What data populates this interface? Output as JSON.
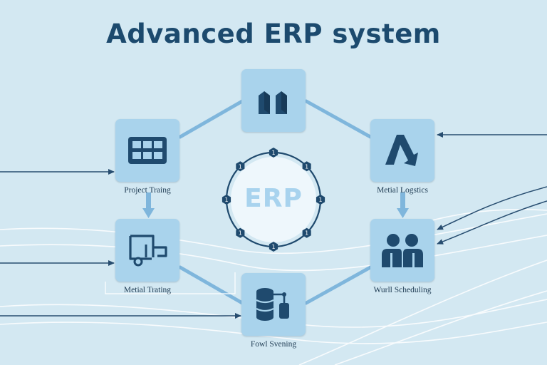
{
  "title": "Advanced ERP system",
  "center": {
    "label": "ERP",
    "marker_glyphs": [
      "1",
      "1",
      "1",
      "1",
      "1",
      "1",
      "1",
      "1"
    ]
  },
  "modules": [
    {
      "id": "top",
      "icon": "server-blocks-icon",
      "label": ""
    },
    {
      "id": "project",
      "icon": "grid-table-icon",
      "label": "Project Traing"
    },
    {
      "id": "logistics",
      "icon": "arrow-down-icon",
      "label": "Metial Logstics"
    },
    {
      "id": "material",
      "icon": "truck-cart-icon",
      "label": "Metial Trating"
    },
    {
      "id": "scheduling",
      "icon": "people-icon",
      "label": "Wurll Scheduling"
    },
    {
      "id": "sourcing",
      "icon": "database-tank-icon",
      "label": "Fowl Svening"
    }
  ],
  "colors": {
    "background": "#d3e8f2",
    "title": "#1c4a6e",
    "node_fill": "#a9d3ec",
    "icon": "#1f4a6e",
    "connector": "#7fb6dc",
    "arrow_line": "#274d70"
  }
}
